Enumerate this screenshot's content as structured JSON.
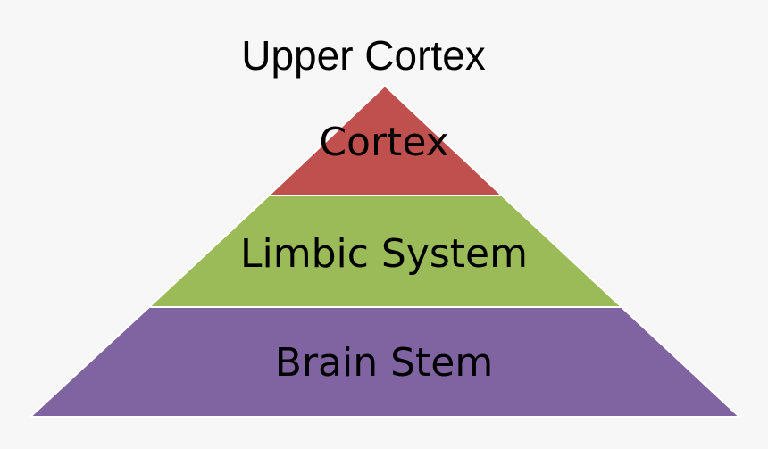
{
  "diagram": {
    "apex_label": "Upper Cortex",
    "tiers": [
      {
        "label": "Cortex",
        "color": "#c0504d"
      },
      {
        "label": "Limbic System",
        "color": "#9bbb59"
      },
      {
        "label": "Brain Stem",
        "color": "#8064a2"
      }
    ]
  }
}
